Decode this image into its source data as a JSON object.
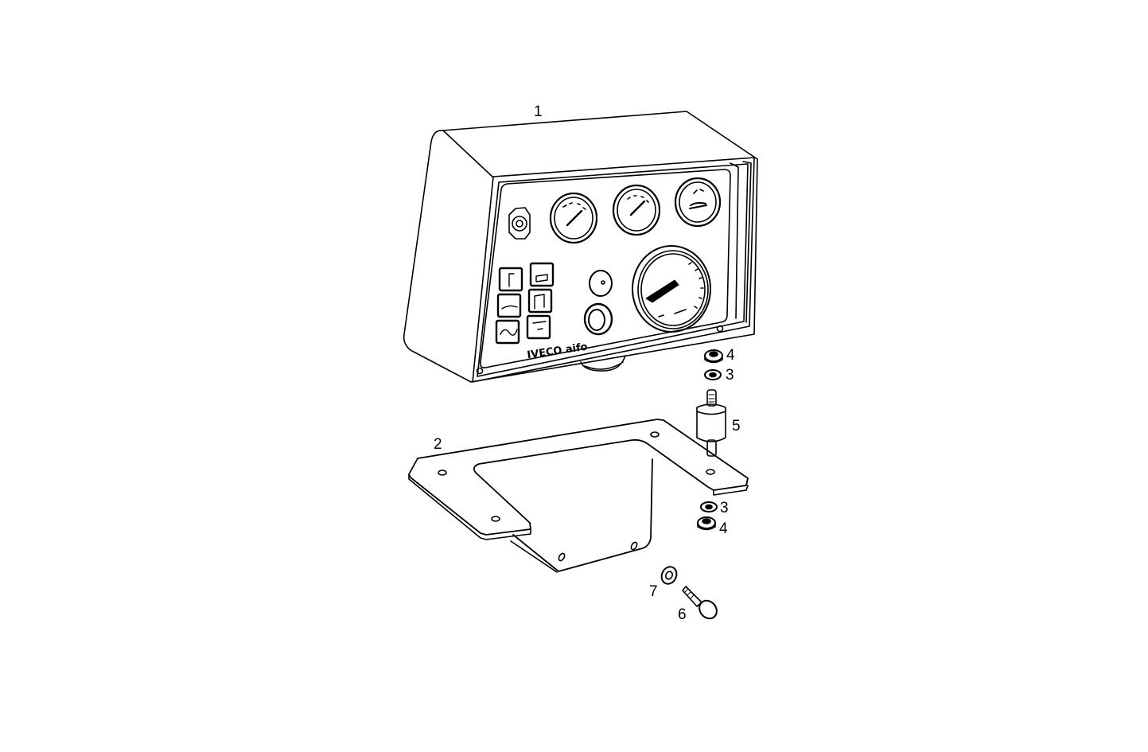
{
  "diagram": {
    "type": "exploded parts diagram",
    "panel_brand_text": "IVECO aifo",
    "colors": {
      "line": "#000000",
      "background": "#ffffff"
    },
    "parts": [
      {
        "ref": "1",
        "label": "1",
        "description": "instrument panel assembly"
      },
      {
        "ref": "2",
        "label": "2",
        "description": "mounting bracket"
      },
      {
        "ref": "3",
        "label": "3",
        "description": "washer"
      },
      {
        "ref": "4",
        "label": "4",
        "description": "nut"
      },
      {
        "ref": "5",
        "label": "5",
        "description": "anti-vibration mount"
      },
      {
        "ref": "6",
        "label": "6",
        "description": "bolt"
      },
      {
        "ref": "7",
        "label": "7",
        "description": "washer"
      }
    ],
    "callouts": {
      "c1": "1",
      "c2": "2",
      "c3_top": "3",
      "c4_top": "4",
      "c5": "5",
      "c3_bottom": "3",
      "c4_bottom": "4",
      "c6": "6",
      "c7": "7"
    }
  }
}
